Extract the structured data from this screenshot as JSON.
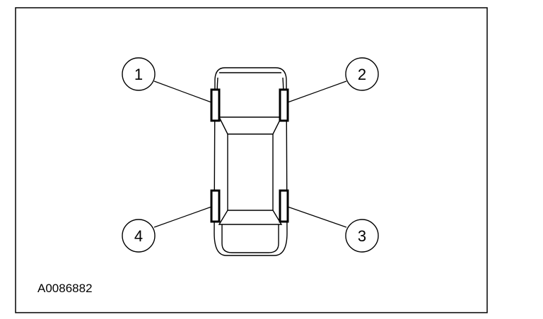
{
  "diagram": {
    "callouts": [
      {
        "label": "1",
        "position": "front-left"
      },
      {
        "label": "2",
        "position": "front-right"
      },
      {
        "label": "3",
        "position": "rear-right"
      },
      {
        "label": "4",
        "position": "rear-left"
      }
    ],
    "reference_code": "A0086882",
    "line_color": "#000000",
    "background_color": "#ffffff"
  }
}
